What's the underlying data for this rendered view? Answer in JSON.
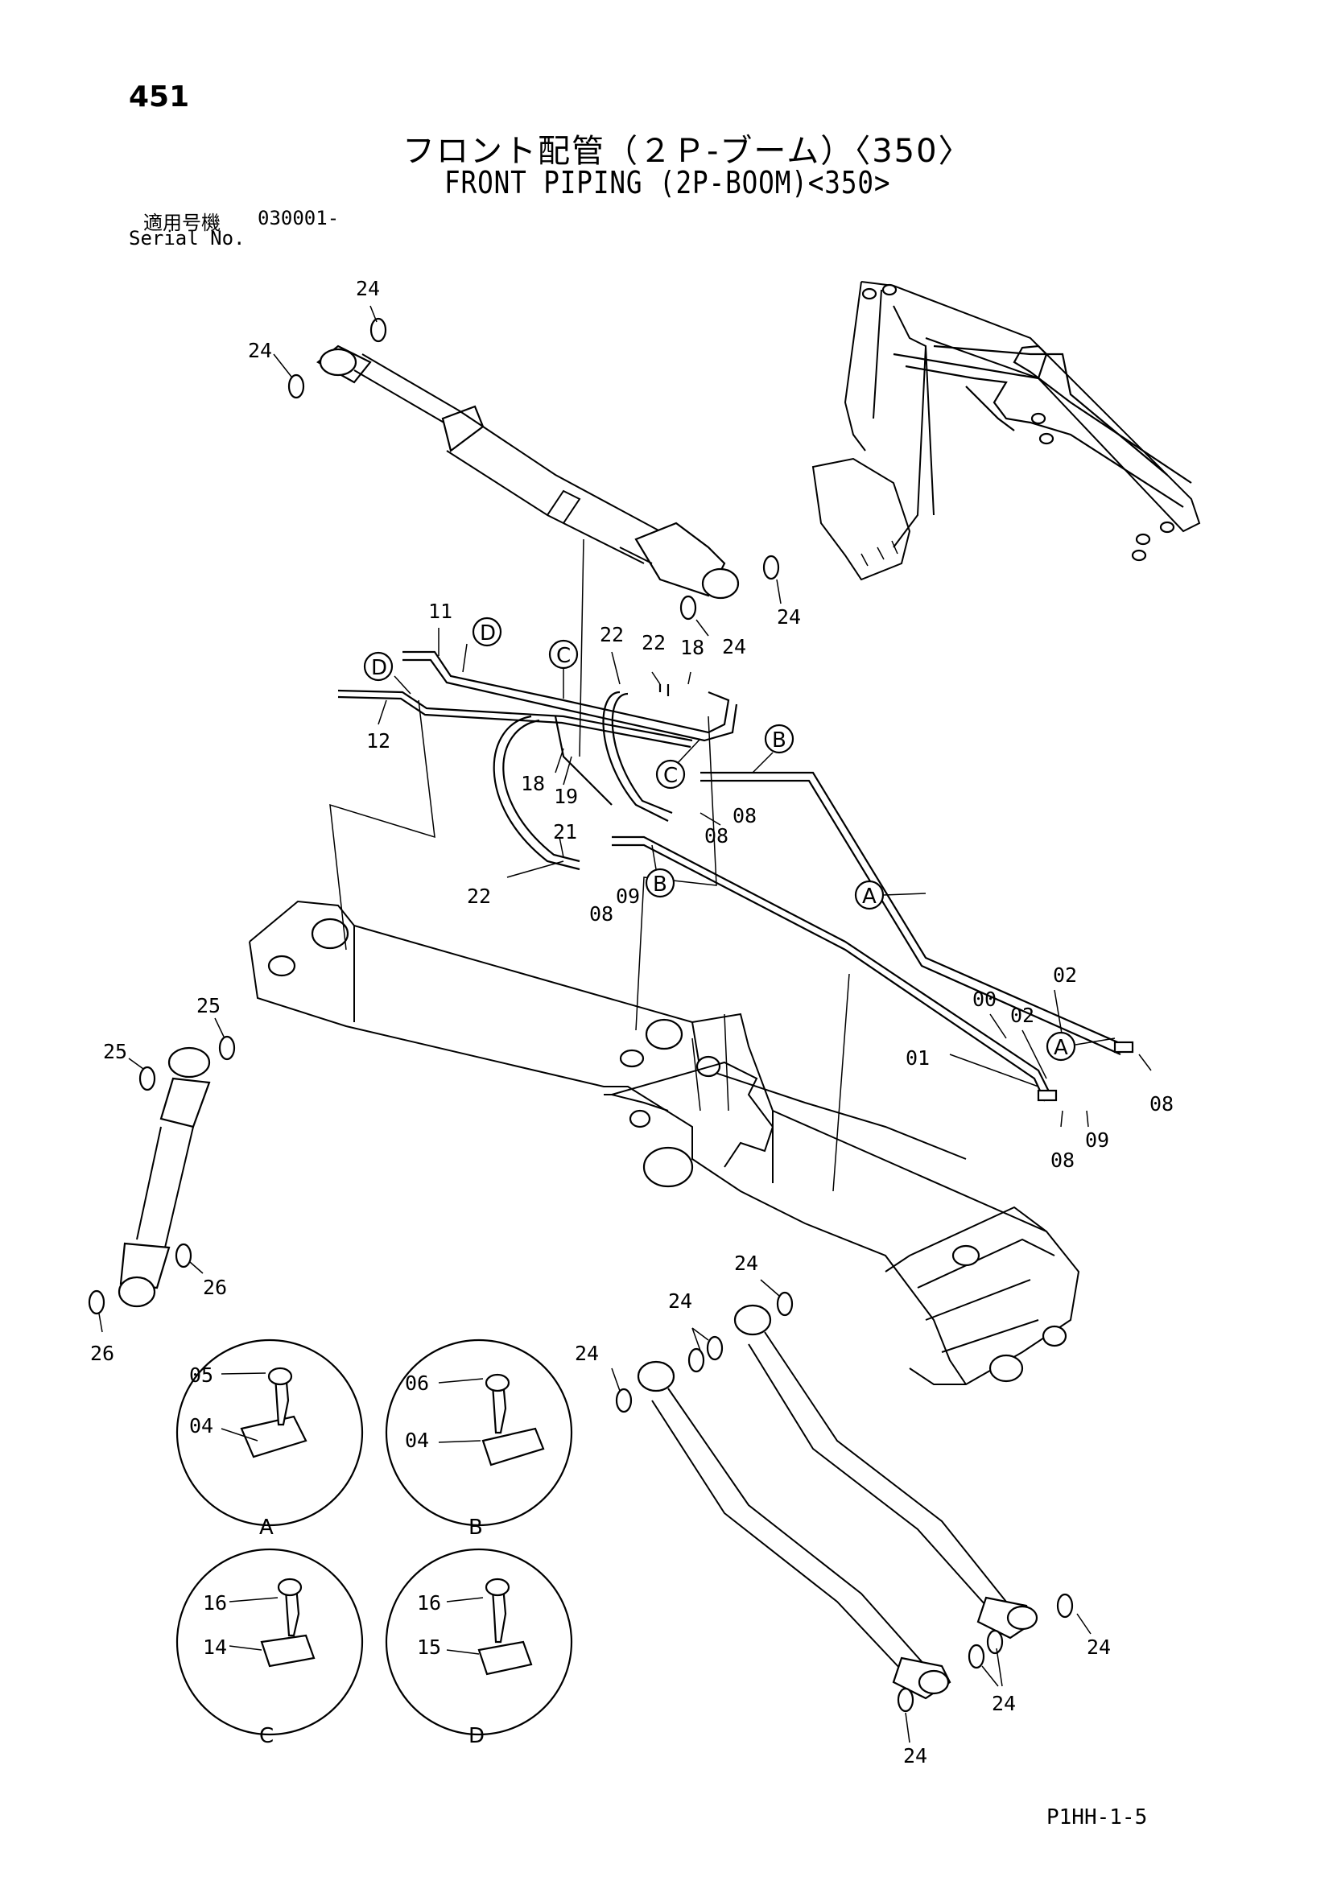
{
  "header": {
    "page_number": "451",
    "title_jp": "フロント配管（２Ｐ-ブーム）〈350〉",
    "title_en": "FRONT PIPING (2P-BOOM)<350>",
    "serial_label_jp": "適用号機",
    "serial_value": "030001-",
    "serial_label_en": "Serial No."
  },
  "footer": {
    "code": "P1HH-1-5"
  },
  "callouts": [
    {
      "id": "c1",
      "text": "24"
    },
    {
      "id": "c2",
      "text": "24"
    },
    {
      "id": "c3",
      "text": "24"
    },
    {
      "id": "c4",
      "text": "24"
    },
    {
      "id": "c5",
      "text": "11"
    },
    {
      "id": "c6",
      "text": "12"
    },
    {
      "id": "c7",
      "text": "22"
    },
    {
      "id": "c8",
      "text": "22"
    },
    {
      "id": "c9",
      "text": "18"
    },
    {
      "id": "c10",
      "text": "18"
    },
    {
      "id": "c11",
      "text": "19"
    },
    {
      "id": "c12",
      "text": "21"
    },
    {
      "id": "c13",
      "text": "22"
    },
    {
      "id": "c14",
      "text": "08"
    },
    {
      "id": "c15",
      "text": "09"
    },
    {
      "id": "c16",
      "text": "08"
    },
    {
      "id": "c17",
      "text": "08"
    },
    {
      "id": "c18",
      "text": "02"
    },
    {
      "id": "c19",
      "text": "02"
    },
    {
      "id": "c20",
      "text": "00"
    },
    {
      "id": "c21",
      "text": "01"
    },
    {
      "id": "c22",
      "text": "08"
    },
    {
      "id": "c23",
      "text": "09"
    },
    {
      "id": "c24",
      "text": "08"
    },
    {
      "id": "c25",
      "text": "25"
    },
    {
      "id": "c26",
      "text": "25"
    },
    {
      "id": "c27",
      "text": "26"
    },
    {
      "id": "c28",
      "text": "26"
    },
    {
      "id": "c29",
      "text": "24"
    },
    {
      "id": "c30",
      "text": "24"
    },
    {
      "id": "c31",
      "text": "24"
    },
    {
      "id": "c32",
      "text": "24"
    },
    {
      "id": "c33",
      "text": "24"
    },
    {
      "id": "c34",
      "text": "24"
    }
  ],
  "view_markers": [
    {
      "id": "m1",
      "text": "D"
    },
    {
      "id": "m2",
      "text": "D"
    },
    {
      "id": "m3",
      "text": "C"
    },
    {
      "id": "m4",
      "text": "C"
    },
    {
      "id": "m5",
      "text": "B"
    },
    {
      "id": "m6",
      "text": "B"
    },
    {
      "id": "m7",
      "text": "A"
    },
    {
      "id": "m8",
      "text": "A"
    }
  ],
  "detail_views": [
    {
      "id": "A",
      "caption": "A",
      "labels": [
        "05",
        "04"
      ]
    },
    {
      "id": "B",
      "caption": "B",
      "labels": [
        "06",
        "04"
      ]
    },
    {
      "id": "C",
      "caption": "C",
      "labels": [
        "16",
        "14"
      ]
    },
    {
      "id": "D",
      "caption": "D",
      "labels": [
        "16",
        "15"
      ]
    }
  ]
}
